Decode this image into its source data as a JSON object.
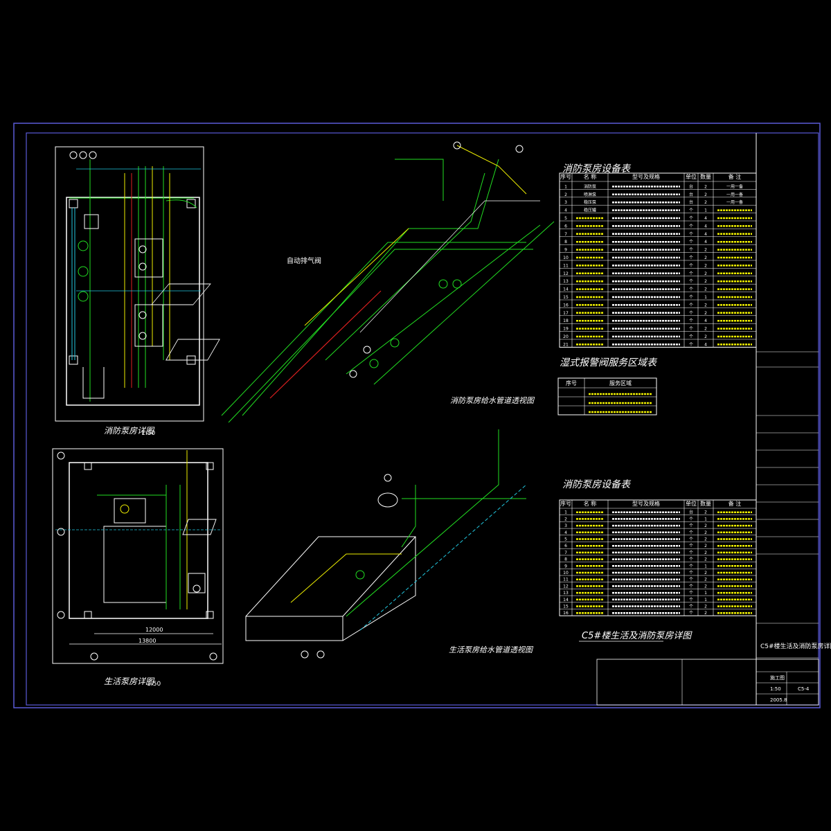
{
  "drawing": {
    "sheet_title": "C5#楼生活及消防泵房详图",
    "fire_room_plan_label": "消防泵房详图",
    "fire_room_plan_scale": "1:50",
    "domestic_room_plan_label": "生活泵房详图",
    "domestic_room_plan_scale": "1:50",
    "fire_iso_label": "消防泵房给水管道透视图",
    "domestic_iso_label": "生活泵房给水管道透视图",
    "auto_vent_label": "自动排气阀",
    "fire_equipment_table_title": "消防泵房设备表",
    "alarm_valve_table_title": "湿式报警阀服务区域表",
    "domestic_equipment_table_title": "消防泵房设备表",
    "dim_12000": "12000",
    "dim_13800": "13800"
  },
  "equipment_table_1": {
    "headers": [
      "序号",
      "名 称",
      "型号及规格",
      "单位",
      "数量",
      "备 注"
    ],
    "rows": [
      [
        "1",
        "消防泵",
        "",
        "台",
        "2",
        "一用一备"
      ],
      [
        "2",
        "喷淋泵",
        "",
        "台",
        "2",
        "一用一备"
      ],
      [
        "3",
        "稳压泵",
        "",
        "台",
        "2",
        "一用一备"
      ],
      [
        "4",
        "稳压罐",
        "",
        "个",
        "1",
        ""
      ],
      [
        "5",
        "",
        "",
        "个",
        "4",
        ""
      ],
      [
        "6",
        "",
        "",
        "个",
        "4",
        ""
      ],
      [
        "7",
        "",
        "",
        "个",
        "4",
        ""
      ],
      [
        "8",
        "",
        "",
        "个",
        "4",
        ""
      ],
      [
        "9",
        "",
        "",
        "个",
        "2",
        ""
      ],
      [
        "10",
        "",
        "",
        "个",
        "2",
        ""
      ],
      [
        "11",
        "",
        "",
        "个",
        "2",
        ""
      ],
      [
        "12",
        "",
        "",
        "个",
        "2",
        ""
      ],
      [
        "13",
        "",
        "",
        "个",
        "2",
        ""
      ],
      [
        "14",
        "",
        "",
        "个",
        "2",
        ""
      ],
      [
        "15",
        "",
        "",
        "个",
        "1",
        ""
      ],
      [
        "16",
        "",
        "",
        "个",
        "2",
        ""
      ],
      [
        "17",
        "",
        "",
        "个",
        "2",
        ""
      ],
      [
        "18",
        "",
        "",
        "个",
        "4",
        ""
      ],
      [
        "19",
        "",
        "",
        "个",
        "2",
        ""
      ],
      [
        "20",
        "",
        "",
        "个",
        "2",
        ""
      ],
      [
        "21",
        "",
        "",
        "个",
        "4",
        ""
      ]
    ]
  },
  "alarm_table": {
    "headers": [
      "序号",
      "服务区域"
    ],
    "rows": [
      [
        "",
        ""
      ],
      [
        "",
        ""
      ],
      [
        "",
        ""
      ]
    ]
  },
  "equipment_table_2": {
    "headers": [
      "序号",
      "名 称",
      "型号及规格",
      "单位",
      "数量",
      "备 注"
    ],
    "rows": [
      [
        "1",
        "",
        "",
        "台",
        "2",
        ""
      ],
      [
        "2",
        "",
        "",
        "个",
        "1",
        ""
      ],
      [
        "3",
        "",
        "",
        "个",
        "2",
        ""
      ],
      [
        "4",
        "",
        "",
        "个",
        "2",
        ""
      ],
      [
        "5",
        "",
        "",
        "个",
        "2",
        ""
      ],
      [
        "6",
        "",
        "",
        "个",
        "2",
        ""
      ],
      [
        "7",
        "",
        "",
        "个",
        "2",
        ""
      ],
      [
        "8",
        "",
        "",
        "个",
        "2",
        ""
      ],
      [
        "9",
        "",
        "",
        "个",
        "1",
        ""
      ],
      [
        "10",
        "",
        "",
        "个",
        "2",
        ""
      ],
      [
        "11",
        "",
        "",
        "个",
        "2",
        ""
      ],
      [
        "12",
        "",
        "",
        "个",
        "2",
        ""
      ],
      [
        "13",
        "",
        "",
        "个",
        "1",
        ""
      ],
      [
        "14",
        "",
        "",
        "个",
        "1",
        ""
      ],
      [
        "15",
        "",
        "",
        "个",
        "2",
        ""
      ],
      [
        "16",
        "",
        "",
        "个",
        "2",
        ""
      ]
    ]
  },
  "title_block": {
    "scale_value": "1:50",
    "sheet_no": "C5-4",
    "date": "2005.8",
    "stage": "施工图"
  },
  "colors": {
    "frame": "#5a5ad8",
    "pipe_green": "#22e022",
    "pipe_yellow": "#f0f000",
    "pipe_red": "#e02020",
    "pipe_cyan": "#22c8e0"
  }
}
